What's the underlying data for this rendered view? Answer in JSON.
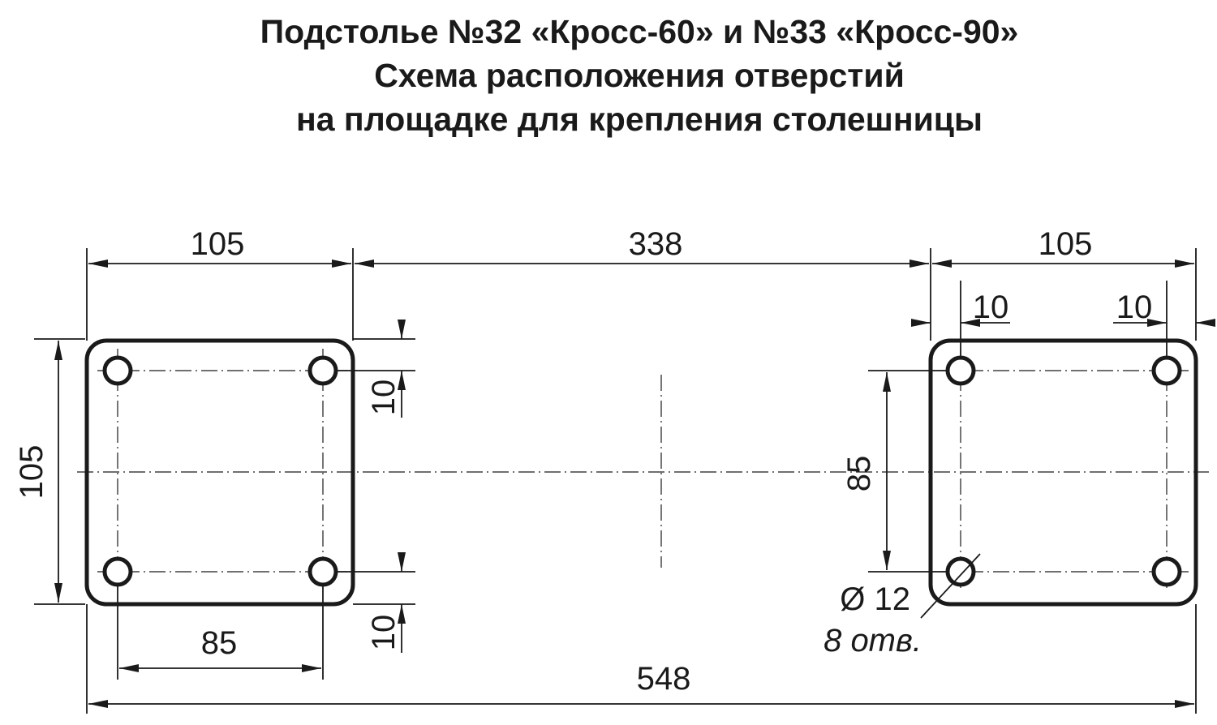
{
  "title": {
    "line1": "Подстолье №32 «Кросс-60» и №33 «Кросс-90»",
    "line2": "Схема расположения отверстий",
    "line3": "на площадке для крепления столешницы"
  },
  "dimensions": {
    "left_plate_width": "105",
    "gap_between_plates": "338",
    "right_plate_width": "105",
    "left_plate_height": "105",
    "left_hole_spacing_x": "85",
    "left_hole_offset_top": "10",
    "left_hole_offset_bottom": "10",
    "right_hole_offset_left": "10",
    "right_hole_offset_right": "10",
    "right_hole_spacing_y": "85",
    "overall_length": "548",
    "hole_diameter": "Ø 12",
    "hole_count": "8 отв."
  },
  "colors": {
    "line": "#1a1a1a",
    "background": "#ffffff"
  }
}
